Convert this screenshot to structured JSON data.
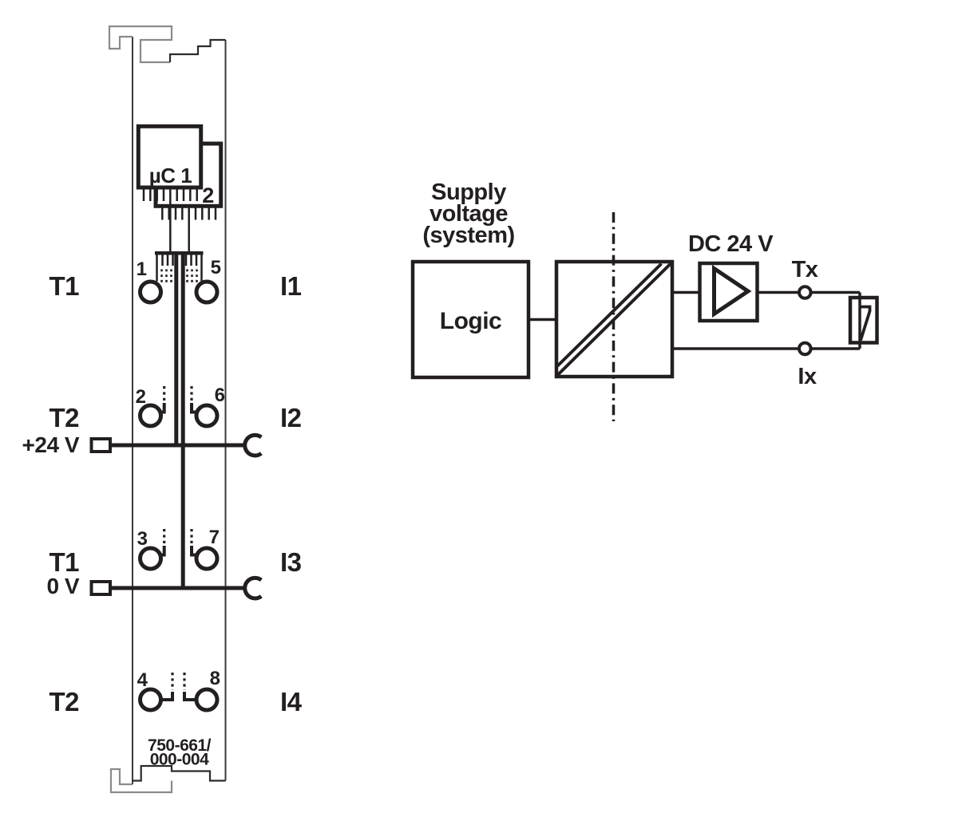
{
  "module": {
    "uc1_label": "µC 1",
    "uc2_label": "2",
    "part_number_line1": "750-661/",
    "part_number_line2": "000-004",
    "rows": [
      {
        "left_label": "T1",
        "right_label": "I1",
        "left_contact": "1",
        "right_contact": "5"
      },
      {
        "left_label": "T2",
        "left_sublabel": "+24 V",
        "right_label": "I2",
        "left_contact": "2",
        "right_contact": "6"
      },
      {
        "left_label": "T1",
        "left_sublabel": "0 V",
        "right_label": "I3",
        "left_contact": "3",
        "right_contact": "7"
      },
      {
        "left_label": "T2",
        "right_label": "I4",
        "left_contact": "4",
        "right_contact": "8"
      }
    ]
  },
  "block_diagram": {
    "supply_lines": [
      "Supply",
      "voltage",
      "(system)"
    ],
    "logic_label": "Logic",
    "dc_label": "DC 24 V",
    "tx_label": "Tx",
    "ix_label": "Ix"
  },
  "colors": {
    "ink": "#231f20",
    "case_outline": "#8a8a8a",
    "background": "#ffffff"
  }
}
